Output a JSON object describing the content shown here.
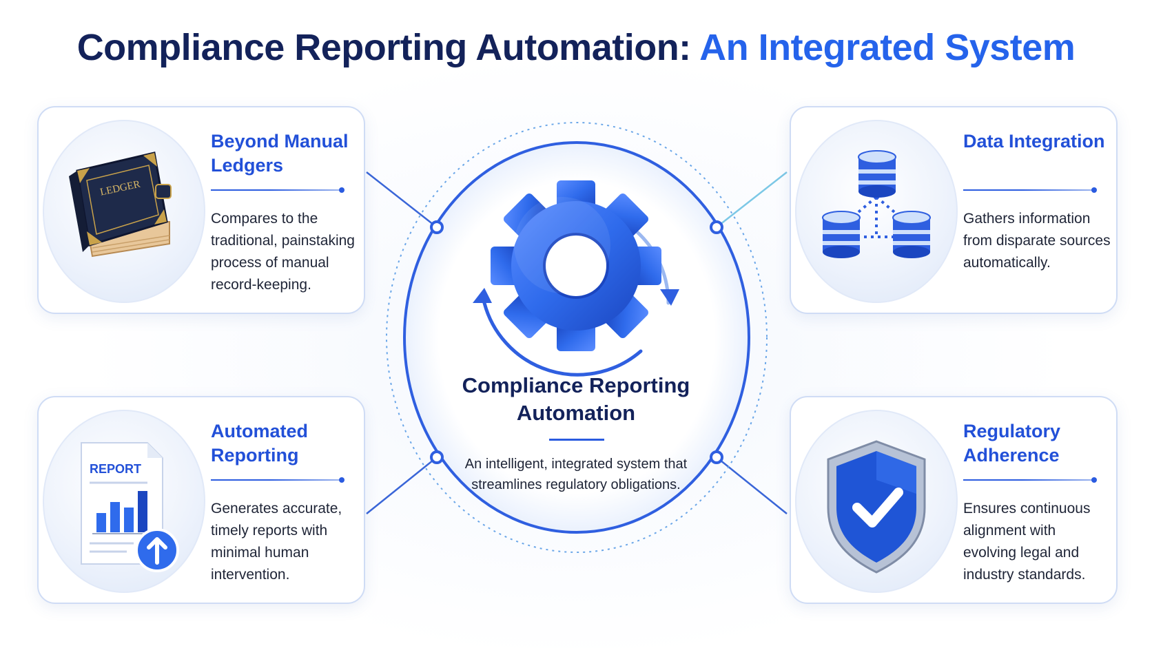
{
  "title": {
    "main": "Compliance Reporting Automation: ",
    "accent": "An Integrated System"
  },
  "center": {
    "title": "Compliance Reporting Automation",
    "description": "An intelligent, integrated system that streamlines regulatory obligations."
  },
  "cards": {
    "manual_ledgers": {
      "title": "Beyond Manual Ledgers",
      "description": "Compares to the traditional, painstaking process of manual record-keeping.",
      "icon": "ledger-book-icon",
      "icon_label": "LEDGER"
    },
    "data_integration": {
      "title": "Data Integration",
      "description": "Gathers information from disparate sources automatically.",
      "icon": "database-network-icon"
    },
    "automated_reporting": {
      "title": "Automated Reporting",
      "description": "Generates accurate, timely reports with minimal human intervention.",
      "icon": "report-document-icon",
      "icon_label": "REPORT"
    },
    "regulatory_adherence": {
      "title": "Regulatory Adherence",
      "description": "Ensures continuous alignment with evolving legal and industry standards.",
      "icon": "shield-check-icon"
    }
  },
  "colors": {
    "navy": "#13225a",
    "accent_blue": "#2563eb",
    "card_title_blue": "#2250d8",
    "gear_blue": "#2f6bec",
    "connector_blue": "#3a66d8",
    "connector_cyan": "#7cc8e6"
  }
}
